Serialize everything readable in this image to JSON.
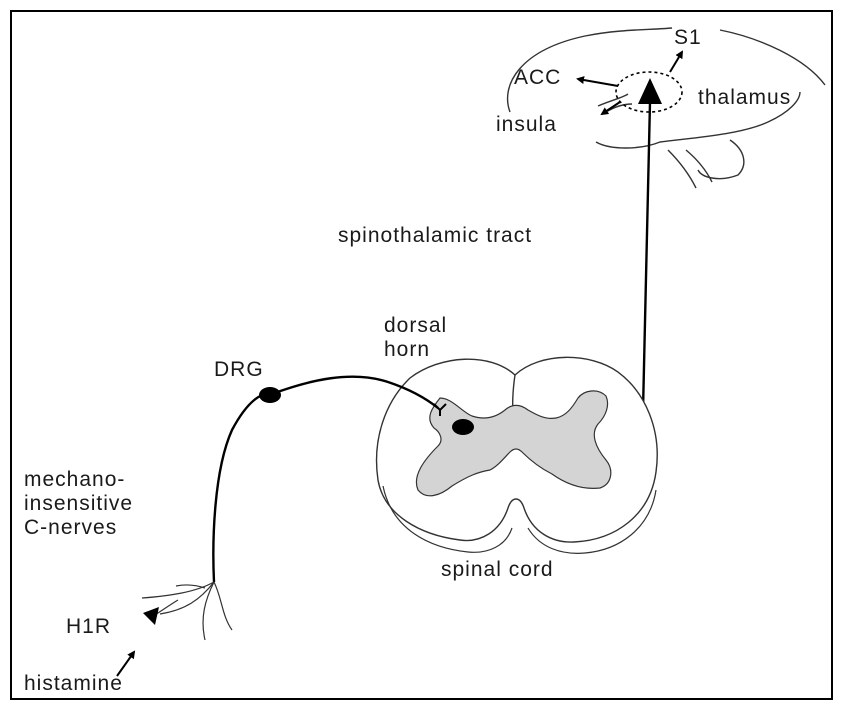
{
  "labels": {
    "s1": "S1",
    "acc": "ACC",
    "thalamus": "thalamus",
    "insula": "insula",
    "spinothalamic_tract": "spinothalamic tract",
    "dorsal": "dorsal",
    "horn": "horn",
    "drg": "DRG",
    "mechano": "mechano-",
    "insensitive": "insensitive",
    "c_nerves": "C-nerves",
    "spinal_cord": "spinal cord",
    "h1r": "H1R",
    "histamine": "histamine"
  }
}
